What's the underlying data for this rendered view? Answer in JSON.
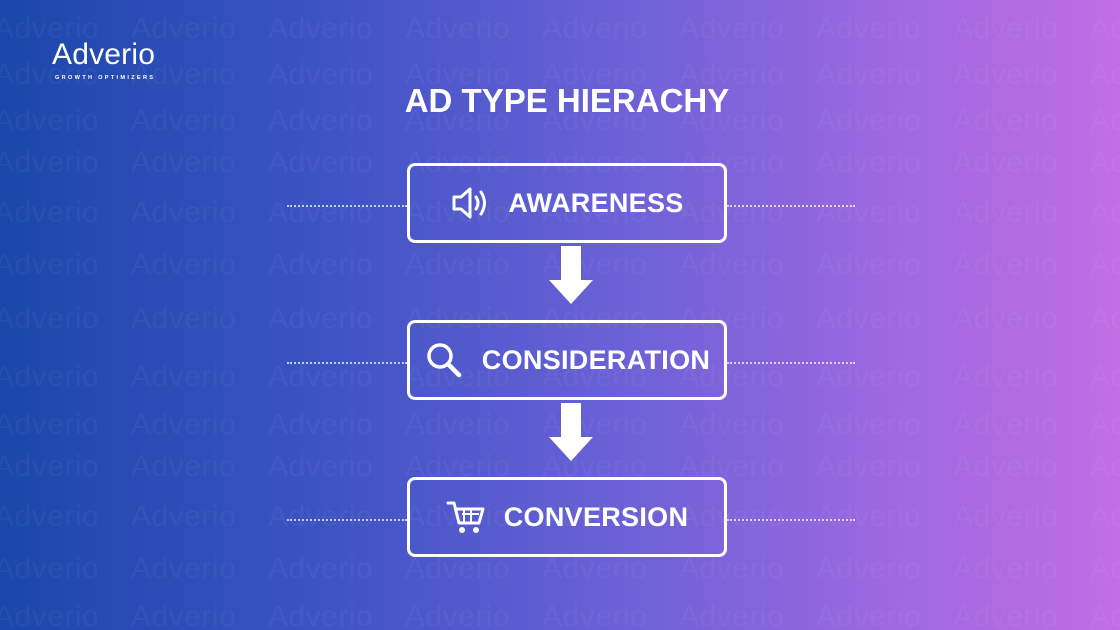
{
  "brand": {
    "name": "Adverio",
    "tagline": "GROWTH OPTIMIZERS"
  },
  "diagram": {
    "title": "AD TYPE HIERACHY",
    "stages": [
      {
        "label": "AWARENESS",
        "icon": "speaker-icon"
      },
      {
        "label": "CONSIDERATION",
        "icon": "search-icon"
      },
      {
        "label": "CONVERSION",
        "icon": "shopping-cart-icon"
      }
    ]
  },
  "colors": {
    "gradient_start": "#1a47a9",
    "gradient_end": "#c26ee4",
    "foreground": "#ffffff"
  }
}
